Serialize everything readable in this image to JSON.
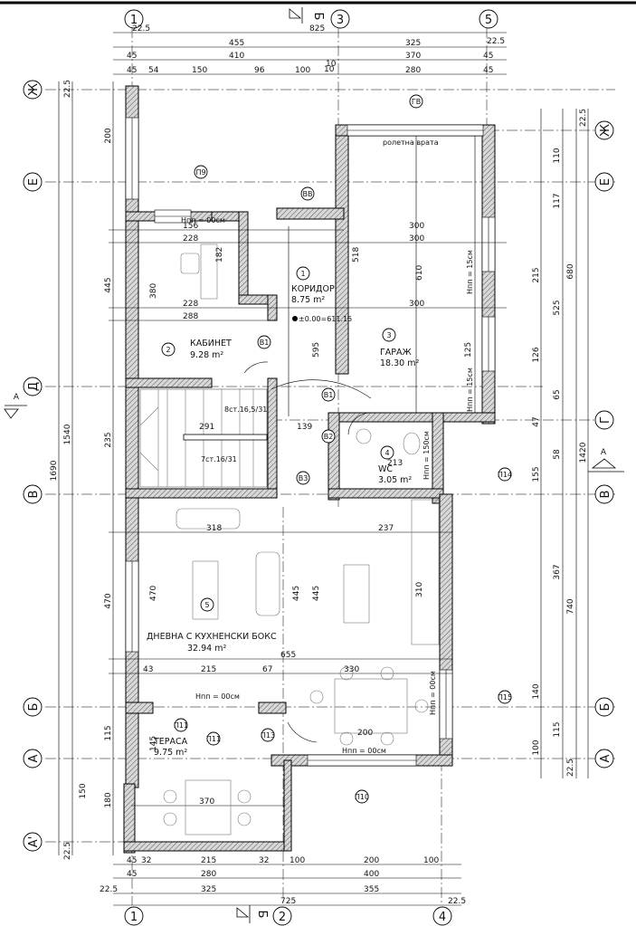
{
  "top_axes": [
    "1",
    "3",
    "5"
  ],
  "bottom_axes": [
    "1",
    "2",
    "4"
  ],
  "left_axes": [
    "Ж",
    "Е",
    "Д",
    "В",
    "Б",
    "А",
    "А'"
  ],
  "right_axes": [
    "Ж",
    "Е",
    "Г",
    "В",
    "Б",
    "А"
  ],
  "section_markers": {
    "top": "Б",
    "bottom": "Б",
    "left": "А",
    "right": "А"
  },
  "top_dims": {
    "row1": [
      "22.5",
      "825",
      "22.5"
    ],
    "row2": [
      "455",
      "325"
    ],
    "row3": [
      "45",
      "410",
      "370",
      "45"
    ],
    "row4": [
      "45",
      "54",
      "150",
      "96",
      "100",
      "10",
      "280",
      "45"
    ],
    "row4_extra": [
      "10"
    ]
  },
  "bottom_dims": {
    "row1": [
      "45",
      "32",
      "215",
      "32",
      "100",
      "200",
      "100"
    ],
    "row2": [
      "45",
      "280",
      "400"
    ],
    "row3": [
      "22.5",
      "325",
      "355"
    ],
    "row4": [
      "725",
      "22.5"
    ]
  },
  "left_dims": {
    "outer": [
      "1690"
    ],
    "mid": [
      "1540",
      "22.5",
      "22.5"
    ],
    "inner": [
      "200",
      "445",
      "235",
      "470",
      "115",
      "180",
      "150"
    ]
  },
  "right_dims": {
    "outer": [
      "1420",
      "22.5"
    ],
    "mid": [
      "680",
      "740",
      "22.5"
    ],
    "inner": [
      "110",
      "117",
      "525",
      "65",
      "58",
      "367",
      "115"
    ],
    "inner2": [
      "215",
      "126",
      "47",
      "155",
      "140",
      "100"
    ]
  },
  "rooms": [
    {
      "num": "1",
      "name": "КОРИДОР",
      "area": "8.75 m²"
    },
    {
      "num": "2",
      "name": "КАБИНЕТ",
      "area": "9.28 m²"
    },
    {
      "num": "3",
      "name": "ГАРАЖ",
      "area": "18.30 m²"
    },
    {
      "num": "4",
      "name": "WC",
      "area": "3.05 m²"
    },
    {
      "num": "5",
      "name": "ДНЕВНА С КУХНЕНСКИ БОКС",
      "area": "32.94 m²"
    },
    {
      "num": "",
      "name": "ТЕРАСА",
      "area": "9.75 m²"
    }
  ],
  "level_mark": "±0.00=611.15",
  "stair_labels": [
    "8ст.16,5/31",
    "7ст.16/31"
  ],
  "door_tags": [
    "ВВ",
    "В1",
    "В1",
    "В2",
    "В3",
    "ГВ"
  ],
  "window_tags": [
    "П9",
    "П10",
    "П11",
    "П11",
    "П13",
    "П14",
    "П15"
  ],
  "garage_door": "ролетна врата",
  "notes": [
    "Нпп = 00см",
    "Нпп = 15см",
    "Нпп = 15см",
    "Нпп = 150см",
    "Нпп = 00см",
    "Нпп = 00см",
    "Нпп = 00см"
  ],
  "interior_dims": [
    "228",
    "156",
    "182",
    "380",
    "228",
    "288",
    "300",
    "300",
    "300",
    "518",
    "610",
    "595",
    "125",
    "291",
    "139",
    "318",
    "237",
    "470",
    "445",
    "445",
    "310",
    "330",
    "215",
    "67",
    "655",
    "200",
    "370",
    "145",
    "213",
    "43"
  ]
}
